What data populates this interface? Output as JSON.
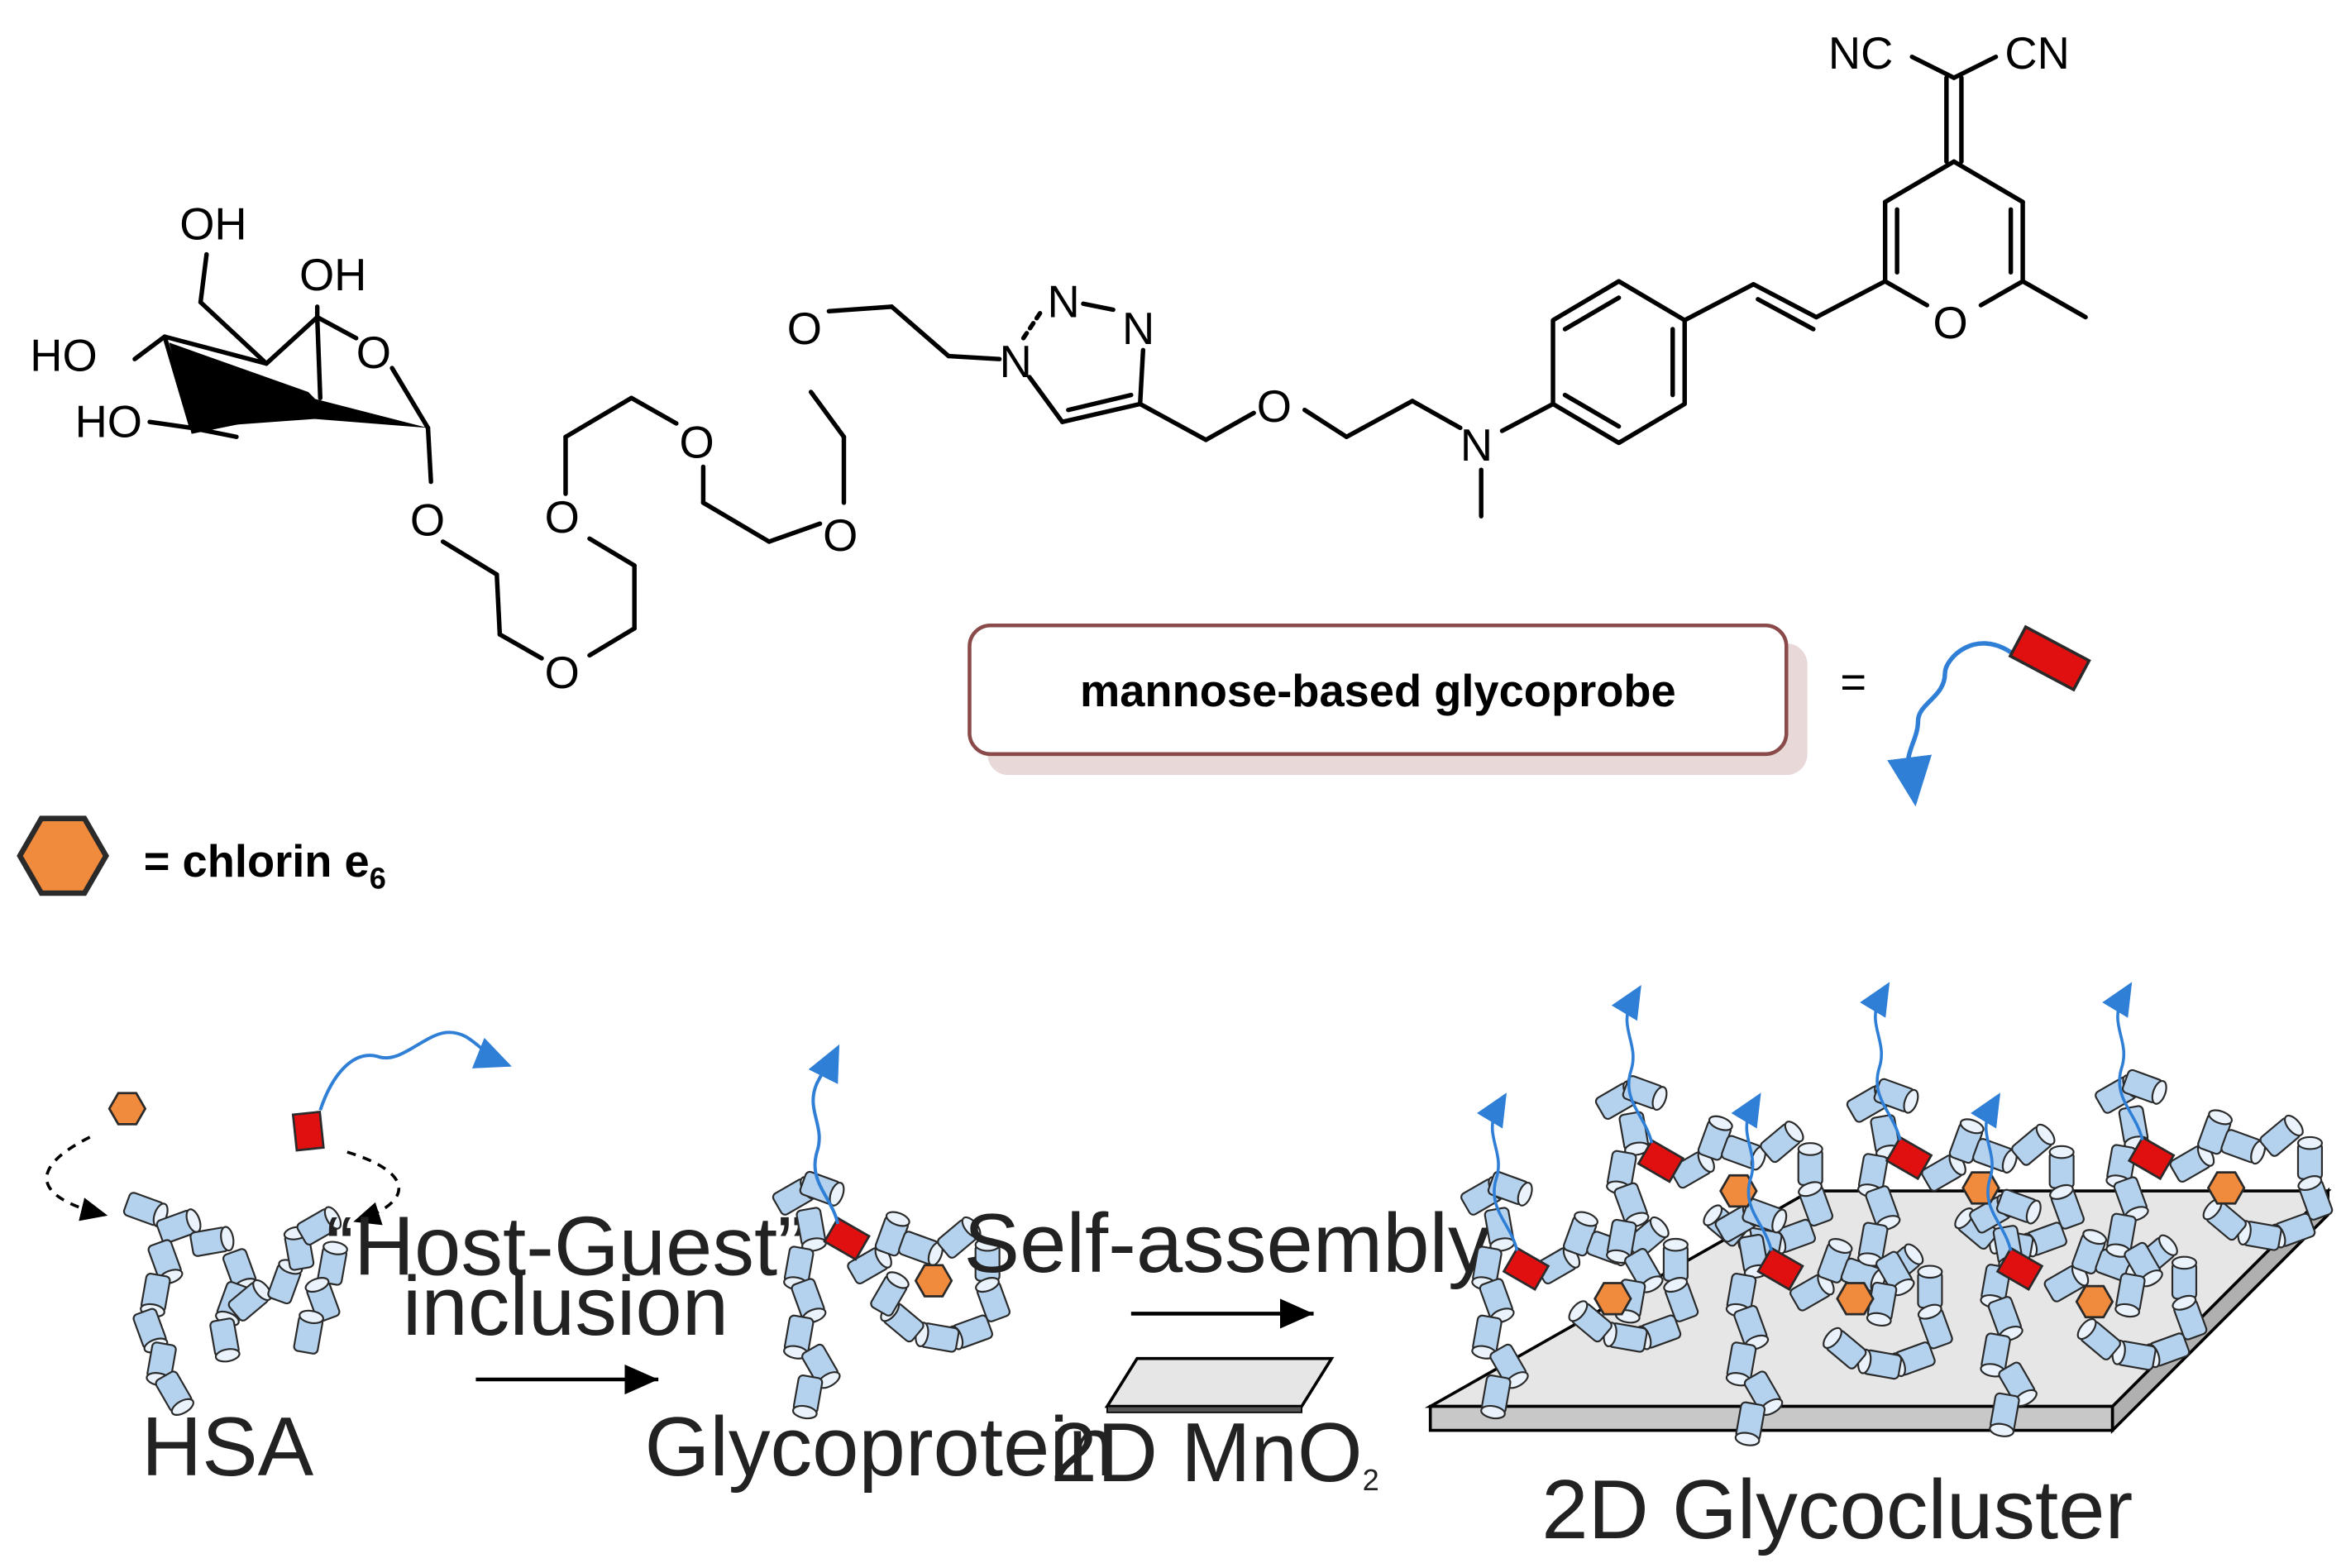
{
  "molecule": {
    "atoms": {
      "oh_top": "OH",
      "oh_ring": "OH",
      "ho_left_upper": "HO",
      "ho_left_lower": "HO",
      "o_ring": "O",
      "o_anomeric": "O",
      "o_peg2": "O",
      "o_peg3": "O",
      "o_peg4": "O",
      "o_peg5": "O",
      "o_peg6": "O",
      "n1_triazole": "N",
      "n2_triazole": "N",
      "n3_triazole": "N",
      "o_linker": "O",
      "n_amine": "N",
      "o_pyran": "O",
      "nc_left": "NC",
      "cn_right": "CN"
    }
  },
  "legend": {
    "probe_label": "mannose-based glycoprobe",
    "probe_equals": "=",
    "chlorin_prefix": "= chlorin e",
    "chlorin_subscript": "6"
  },
  "scheme": {
    "hsa_label": "HSA",
    "step1_line1": "“Host-Guest”",
    "step1_line2": "inclusion",
    "glycoprotein_label": "Glycoprotein",
    "step2_label": "Self-assembly",
    "mno2_prefix": "2D MnO",
    "mno2_subscript": "2",
    "glycocluster_label": "2D Glycocluster"
  },
  "colors": {
    "helix_fill": "#b4d2ee",
    "helix_stroke": "#2a2a2a",
    "probe_red": "#e01010",
    "chlorin_orange": "#f08a3c",
    "tail_blue": "#2f7fd6",
    "box_border": "#8a4a4a",
    "box_shadow": "#e8d8d8",
    "sheet_gray": "#e6e6e6"
  }
}
